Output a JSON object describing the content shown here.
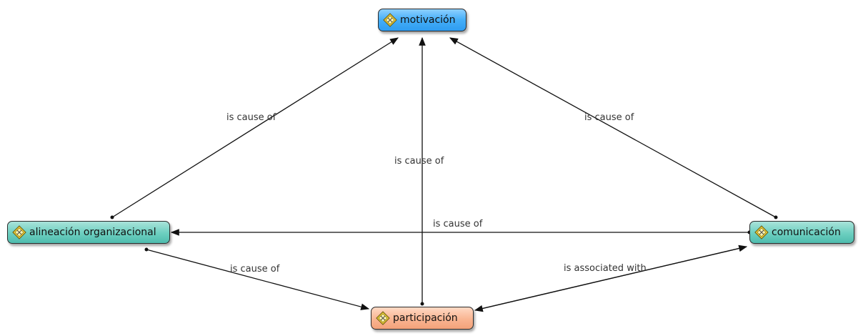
{
  "nodes": {
    "motivacion": {
      "label": "motivación",
      "color": "#44aef8"
    },
    "alineacion": {
      "label": "alineación organizacional",
      "color": "#6ccfc0"
    },
    "comunicacion": {
      "label": "comunicación",
      "color": "#6ccfc0"
    },
    "participacion": {
      "label": "participación",
      "color": "#f9b592"
    }
  },
  "edges": [
    {
      "from": "alineación organizacional",
      "to": "motivación",
      "label": "is cause of"
    },
    {
      "from": "participación",
      "to": "motivación",
      "label": "is cause of"
    },
    {
      "from": "comunicación",
      "to": "motivación",
      "label": "is cause of"
    },
    {
      "from": "comunicación",
      "to": "alineación organizacional",
      "label": "is cause of"
    },
    {
      "from": "alineación organizacional",
      "to": "participación",
      "label": "is cause of"
    },
    {
      "from": "participación",
      "to": "comunicación",
      "label": "is associated with"
    }
  ],
  "node_icon": "code-node-icon"
}
